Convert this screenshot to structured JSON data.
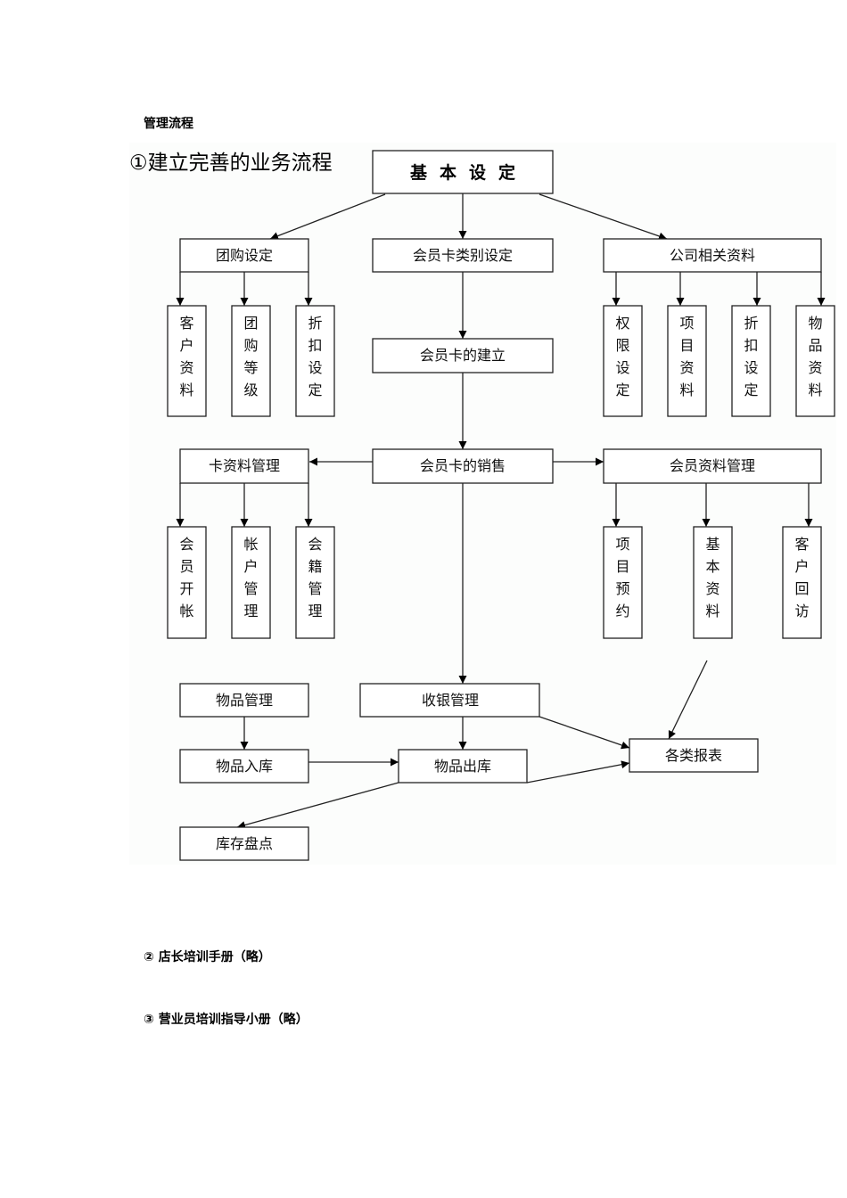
{
  "document": {
    "title": "管理流程",
    "section2": "② 店长培训手册（略）",
    "section3": "③ 营业员培训指导小册（略）"
  },
  "diagram": {
    "title": "①建立完善的业务流程",
    "nodes": {
      "root": "基本设定",
      "group_buy": "团购设定",
      "card_type": "会员卡类别设定",
      "company_info": "公司相关资料",
      "gb_customer": "客户资料",
      "gb_level": "团购等级",
      "gb_discount": "折扣设定",
      "card_create": "会员卡的建立",
      "ci_permission": "权限设定",
      "ci_project": "项目资料",
      "ci_discount": "折扣设定",
      "ci_goods": "物品资料",
      "card_sale": "会员卡的销售",
      "card_info_mgmt": "卡资料管理",
      "member_info_mgmt": "会员资料管理",
      "cm_open": "会员开帐",
      "cm_account": "帐户管理",
      "cm_membership": "会籍管理",
      "mm_booking": "项目预约",
      "mm_basic": "基本资料",
      "mm_followup": "客户回访",
      "goods_mgmt": "物品管理",
      "cashier_mgmt": "收银管理",
      "goods_in": "物品入库",
      "goods_out": "物品出库",
      "reports": "各类报表",
      "inventory": "库存盘点"
    }
  }
}
